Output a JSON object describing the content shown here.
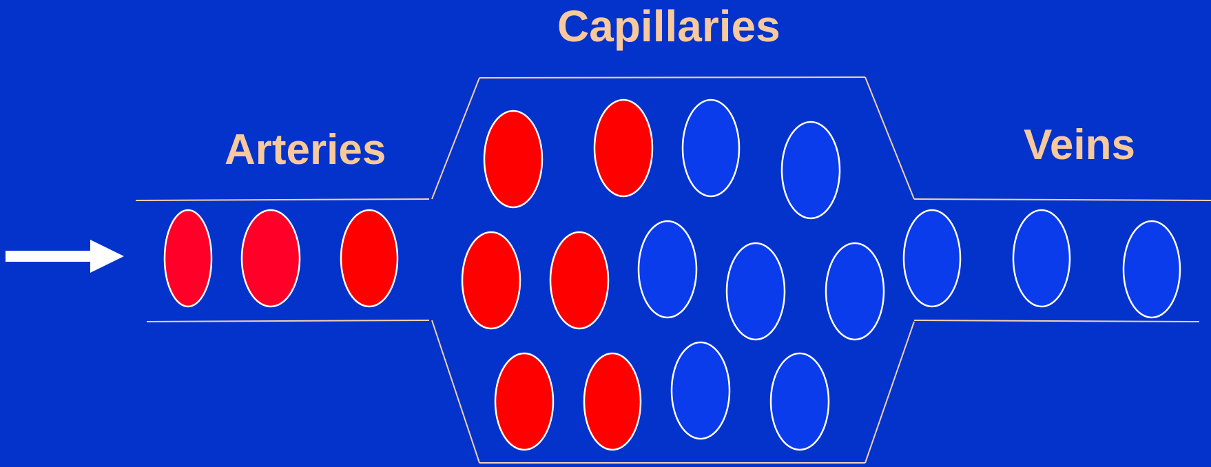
{
  "labels": {
    "capillaries": "Capillaries",
    "arteries": "Arteries",
    "veins": "Veins"
  },
  "colors": {
    "background": "#0433cc",
    "label_text": "#f7c99d",
    "vessel_wall": "#f4d2b0",
    "oxygenated_cell": "#ff0000",
    "artery_cell": "#ff0028",
    "deoxygenated_cell": "#0a3ceb",
    "cell_outline": "#ffffff",
    "flow_arrow": "#ffffff"
  },
  "flow_arrow_icon": "right-arrow-icon",
  "cell_groups": {
    "arteries": [
      "oxygenated",
      "oxygenated",
      "oxygenated"
    ],
    "capillaries": [
      "oxygenated",
      "oxygenated",
      "deoxygenated",
      "deoxygenated",
      "oxygenated",
      "oxygenated",
      "deoxygenated",
      "deoxygenated",
      "deoxygenated",
      "oxygenated",
      "oxygenated",
      "deoxygenated",
      "deoxygenated"
    ],
    "veins": [
      "deoxygenated",
      "deoxygenated",
      "deoxygenated"
    ]
  }
}
